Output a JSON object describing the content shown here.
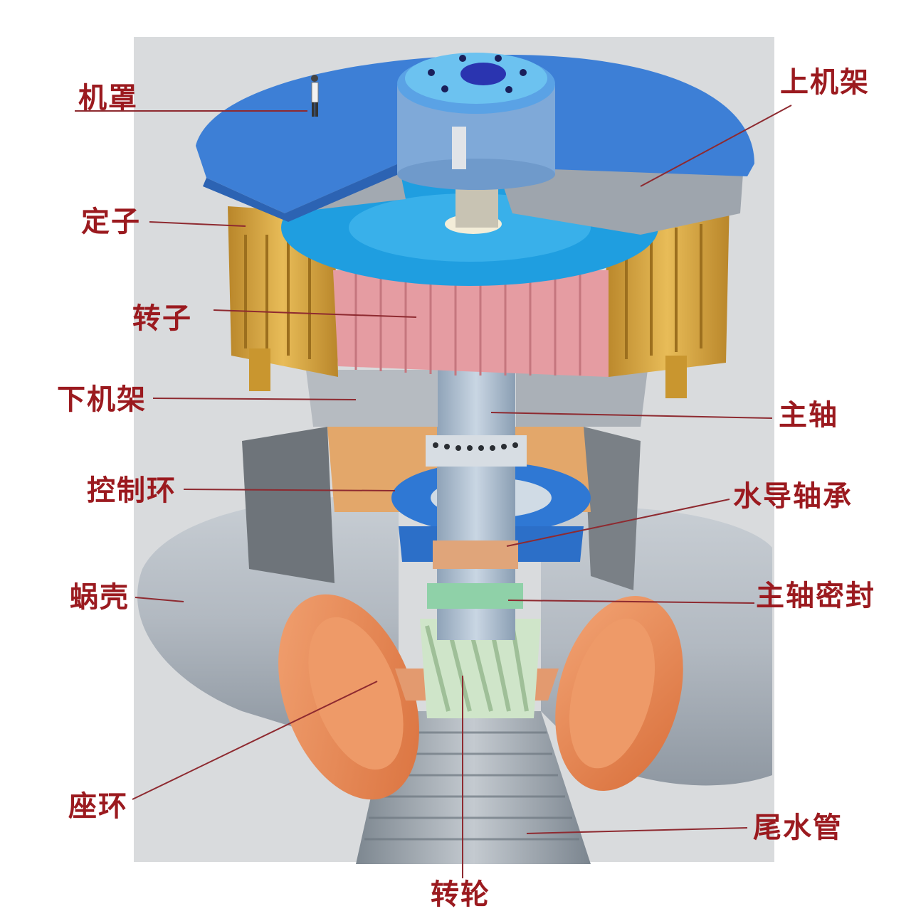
{
  "labels": {
    "hood": "机罩",
    "upper_bracket": "上机架",
    "stator": "定子",
    "rotor": "转子",
    "lower_bracket": "下机架",
    "main_shaft": "主轴",
    "control_ring": "控制环",
    "water_guide_bearing": "水导轴承",
    "spiral_case": "蜗壳",
    "shaft_seal": "主轴密封",
    "stay_ring": "座环",
    "draft_tube": "尾水管",
    "runner": "转轮"
  },
  "colors": {
    "label_text": "#9b1a1f",
    "leader_line": "#8e2a30",
    "cover_blue": "#3d7fd6",
    "rotor_pink": "#e39aa0",
    "stator_gold": "#d9a63a",
    "shell_gray": "#b8bfc6",
    "spiral_orange": "#e8844f",
    "background_gray": "#d8dadc"
  }
}
